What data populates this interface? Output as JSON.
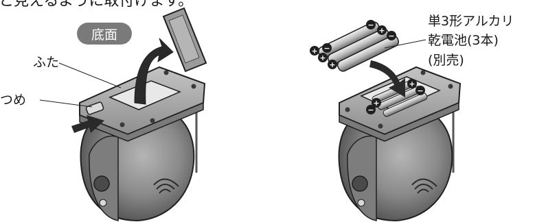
{
  "header": {
    "text": "と見えるように取付けます。"
  },
  "left_figure": {
    "badge": "底面",
    "label_lid": "ふた",
    "label_tab": "つめ"
  },
  "right_figure": {
    "battery_label_lines": [
      "単3形アルカリ",
      "乾電池(3本)",
      "(別売)"
    ],
    "plus_sign": "+",
    "minus_sign": "−"
  },
  "colors": {
    "body_dark": "#6e6e6e",
    "body_mid": "#8c8c8c",
    "body_light": "#b9b9b9",
    "base_plate": "#9a9a9a",
    "outline": "#1f1f1f",
    "badge_bg": "#7a7a7a"
  }
}
